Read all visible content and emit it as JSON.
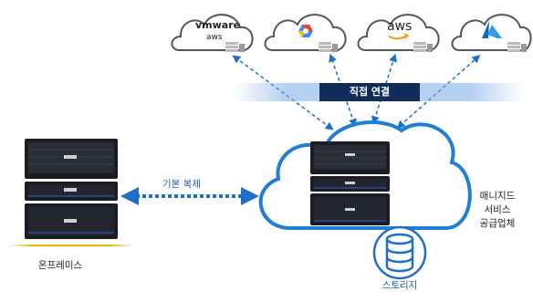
{
  "cloud_providers": [
    {
      "name": "vmware",
      "logo_text": "vmware",
      "sub_text": "aws"
    },
    {
      "name": "google-cloud",
      "logo_text": ""
    },
    {
      "name": "aws",
      "logo_text": "aws"
    },
    {
      "name": "azure",
      "logo_text": ""
    }
  ],
  "labels": {
    "direct_connect": "직접 연결",
    "basic_replication": "기본 복제",
    "on_premises": "온프레미스",
    "msp_line1": "매니지드",
    "msp_line2": "서비스",
    "msp_line3": "공급업체",
    "storage": "스토리지"
  },
  "colors": {
    "cloud_outline_gray": "#555555",
    "cloud_outline_blue": "#1f7fd4",
    "arrow_blue": "#1f6fc7",
    "direct_connect_bg": "#0f2d58",
    "gold_line": "#f0b400"
  }
}
